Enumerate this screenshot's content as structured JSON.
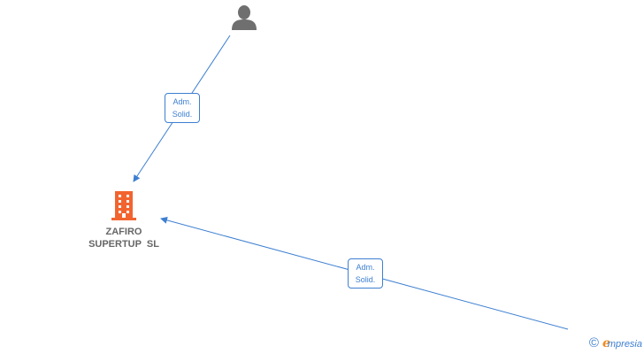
{
  "colors": {
    "edge": "#3d7fd1",
    "company_icon": "#f2642f",
    "person_icon": "#6f6f6f",
    "company_text": "#666666",
    "brand_e": "#f08a24"
  },
  "nodes": {
    "person": {
      "icon": "person-icon"
    },
    "company": {
      "icon": "building-icon",
      "name_line1": "ZAFIRO",
      "name_line2": "SUPERTUP  SL"
    }
  },
  "edges": [
    {
      "from": "person",
      "to": "company",
      "label_line1": "Adm.",
      "label_line2": "Solid."
    },
    {
      "from": "offscreen-bottom-right",
      "to": "company",
      "label_line1": "Adm.",
      "label_line2": "Solid."
    }
  ],
  "brand": {
    "copyright_symbol": "©",
    "logo_initial": "e",
    "logo_rest": "mpresia"
  }
}
